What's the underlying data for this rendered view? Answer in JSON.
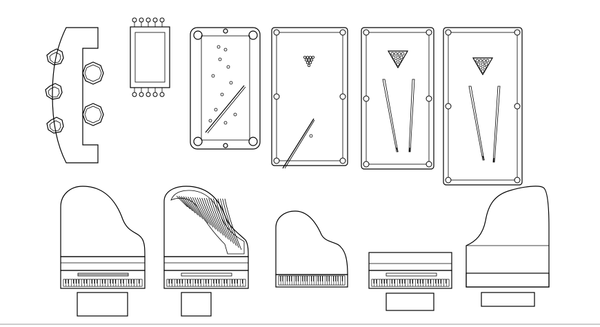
{
  "drawing": {
    "background": "#ffffff",
    "line_color": "#000000",
    "groups": [
      {
        "name": "bar-counter-with-stools",
        "stools": 5
      },
      {
        "name": "card-table-with-chairs",
        "chairs": 10
      },
      {
        "name": "pool-table-perspective",
        "pockets": 6,
        "balls": 11,
        "cues": 1
      },
      {
        "name": "pool-table-plan-1",
        "pockets": 6,
        "cues": 1
      },
      {
        "name": "pool-table-plan-2",
        "pockets": 6,
        "cues": 2
      },
      {
        "name": "pool-table-plan-3",
        "pockets": 6,
        "cues": 2
      },
      {
        "name": "grand-piano-1",
        "bench": true
      },
      {
        "name": "grand-piano-2-open-lid",
        "bench": true
      },
      {
        "name": "grand-piano-3",
        "bench": false
      },
      {
        "name": "piano-4",
        "bench": true
      },
      {
        "name": "grand-piano-5",
        "bench": true
      }
    ],
    "footer_line": true
  }
}
